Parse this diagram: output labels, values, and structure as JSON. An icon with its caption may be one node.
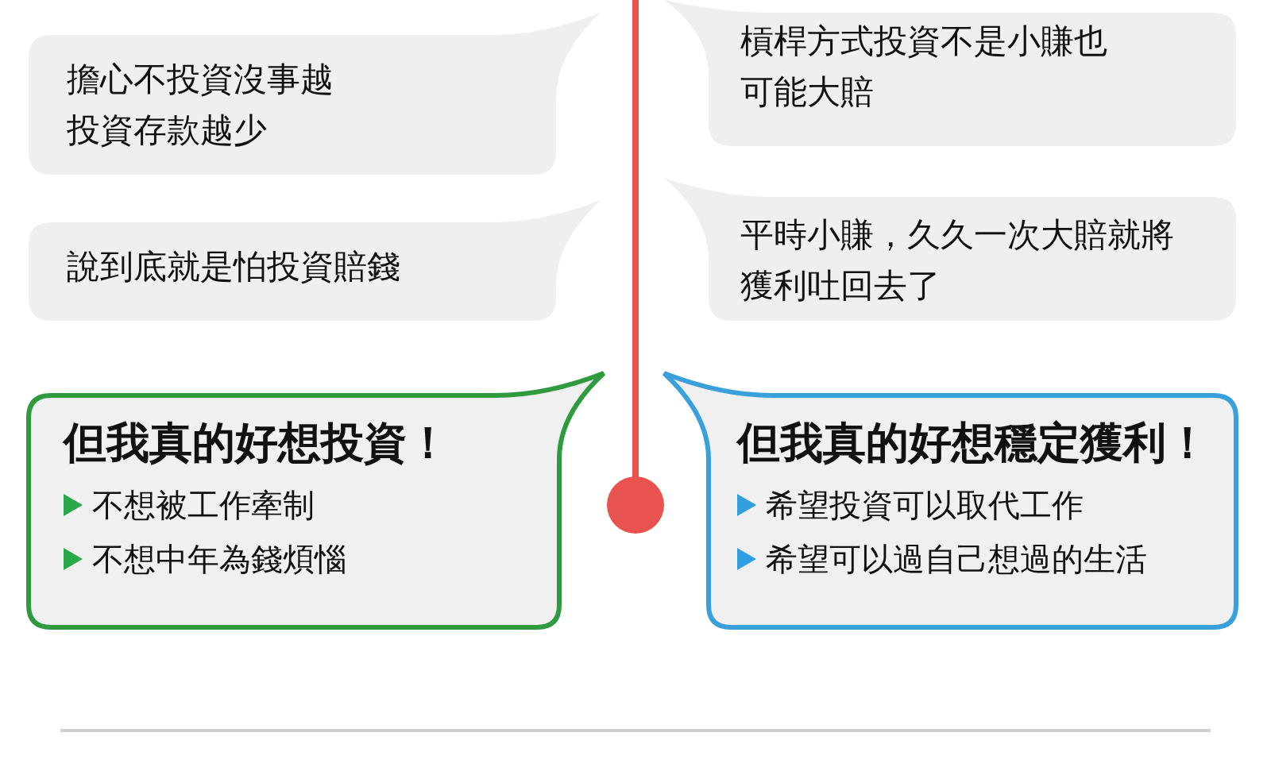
{
  "diagram": {
    "nodes": [
      {
        "text": [
          "擔心不投資沒事越投資存款越少"
        ]
      },
      {
        "text": [
          "說到底就是怕投資賠錢"
        ]
      },
      {
        "text": [
          "槓桿方式投資不是小賺也可能大賠"
        ]
      },
      {
        "text": [
          "平時小賺，久久一次大賠就將獲利吐回去了"
        ]
      },
      {
        "text": [
          "但我真的好想投資！",
          "不想被工作牽制",
          "不想中年為錢煩惱"
        ]
      },
      {
        "text": [
          "但我真的好想穩定獲利！",
          "希望投資可以取代工作",
          "希望可以過自己想過的生活"
        ]
      }
    ]
  }
}
